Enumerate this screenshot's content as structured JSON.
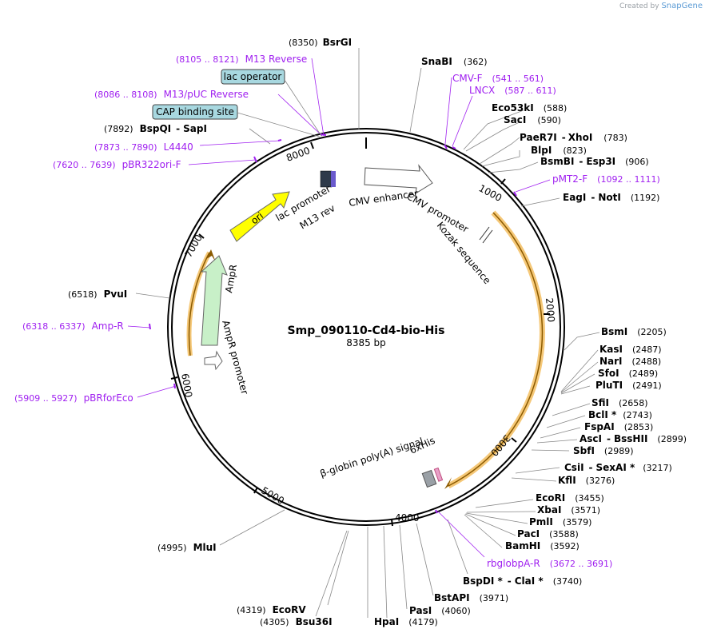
{
  "header": {
    "created_by": "Created by",
    "brand": "SnapGene"
  },
  "plasmid": {
    "name": "Smp_090110-Cd4-bio-His",
    "length": "8385 bp"
  },
  "ticks": [
    "1000",
    "2000",
    "3000",
    "4000",
    "5000",
    "6000",
    "7000",
    "8000"
  ],
  "enzymes": [
    {
      "pos": "(8350)",
      "name": "BsrGI"
    },
    {
      "name": "SnaBI",
      "pos": "(362)"
    },
    {
      "name": "Eco53kI",
      "pos": "(588)"
    },
    {
      "name": "SacI",
      "pos": "(590)"
    },
    {
      "name": "PaeR7I",
      "sep": "-",
      "name2": "XhoI",
      "pos": "(783)"
    },
    {
      "name": "BlpI",
      "pos": "(823)"
    },
    {
      "name": "BsmBI",
      "sep": "-",
      "name2": "Esp3I",
      "pos": "(906)"
    },
    {
      "name": "EagI",
      "sep": "-",
      "name2": "NotI",
      "pos": "(1192)"
    },
    {
      "name": "BsmI",
      "pos": "(2205)"
    },
    {
      "name": "KasI",
      "pos": "(2487)"
    },
    {
      "name": "NarI",
      "pos": "(2488)"
    },
    {
      "name": "SfoI",
      "pos": "(2489)"
    },
    {
      "name": "PluTI",
      "pos": "(2491)"
    },
    {
      "name": "SfiI",
      "pos": "(2658)"
    },
    {
      "name": "BclI *",
      "pos": "(2743)"
    },
    {
      "name": "FspAI",
      "pos": "(2853)"
    },
    {
      "name": "AscI",
      "sep": "-",
      "name2": "BssHII",
      "pos": "(2899)"
    },
    {
      "name": "SbfI",
      "pos": "(2989)"
    },
    {
      "name": "CsiI",
      "sep": "-",
      "name2": "SexAI *",
      "pos": "(3217)"
    },
    {
      "name": "KflI",
      "pos": "(3276)"
    },
    {
      "name": "EcoRI",
      "pos": "(3455)"
    },
    {
      "name": "XbaI",
      "pos": "(3571)"
    },
    {
      "name": "PmlI",
      "pos": "(3579)"
    },
    {
      "name": "PacI",
      "pos": "(3588)"
    },
    {
      "name": "BamHI",
      "pos": "(3592)"
    },
    {
      "name": "BspDI *",
      "sep": "-",
      "name2": "ClaI *",
      "pos": "(3740)"
    },
    {
      "name": "BstAPI",
      "pos": "(3971)"
    },
    {
      "name": "PasI",
      "pos": "(4060)"
    },
    {
      "name": "HpaI",
      "pos": "(4179)"
    },
    {
      "pos": "(4319)",
      "name": "EcoRV"
    },
    {
      "pos": "(4305)",
      "name": "Bsu36I"
    },
    {
      "pos": "(4995)",
      "name": "MluI"
    },
    {
      "pos": "(6518)",
      "name": "PvuI"
    },
    {
      "pos": "(7892)",
      "name": "BspQI",
      "sep": "-",
      "name2": "SapI"
    }
  ],
  "primers": [
    {
      "range": "(8105 .. 8121)",
      "name": "M13 Reverse"
    },
    {
      "range": "(8086 .. 8108)",
      "name": "M13/pUC Reverse"
    },
    {
      "range": "(7873 .. 7890)",
      "name": "L4440"
    },
    {
      "range": "(7620 .. 7639)",
      "name": "pBR322ori-F"
    },
    {
      "name": "CMV-F",
      "range": "(541 .. 561)"
    },
    {
      "name": "LNCX",
      "range": "(587 .. 611)"
    },
    {
      "name": "pMT2-F",
      "range": "(1092 .. 1111)"
    },
    {
      "name": "rbglobpA-R",
      "range": "(3672 .. 3691)"
    },
    {
      "range": "(6318 .. 6337)",
      "name": "Amp-R"
    },
    {
      "range": "(5909 .. 5927)",
      "name": "pBRforEco"
    }
  ],
  "boxed_features": [
    "lac operator",
    "CAP binding site"
  ],
  "features": {
    "cmv_enhancer": "CMV enhancer",
    "cmv_promoter": "CMV promoter",
    "kozak": "Kozak sequence",
    "lac_promoter": "lac promoter",
    "m13_rev": "M13 rev",
    "ori": "ori",
    "ampr": "AmpR",
    "ampr_promoter": "AmpR promoter",
    "sixhis": "6xHis",
    "globin": "β-globin poly(A) signal"
  },
  "colors": {
    "primer": "#a020f0",
    "ori": "#ffff00",
    "ampr": "#c8f0c8",
    "orf_highlight": "#f5c878",
    "feature_box": "#a8d8e0"
  }
}
